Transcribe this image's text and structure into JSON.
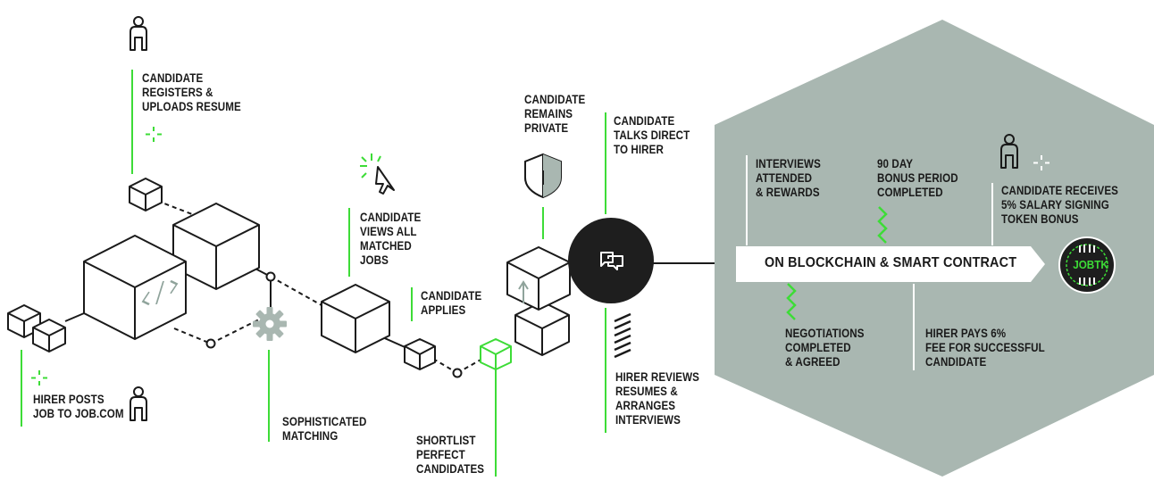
{
  "colors": {
    "accent_green": "#3ddc37",
    "hexagon_gray": "#a9b7b1",
    "ink": "#1a1a1a",
    "bubble_dark": "#1e1e1e"
  },
  "steps": {
    "candidate_registers": "CANDIDATE\nREGISTERS &\nUPLOADS RESUME",
    "hirer_posts": "HIRER POSTS\nJOB TO JOB.COM",
    "sophisticated_matching": "SOPHISTICATED\nMATCHING",
    "candidate_views": "CANDIDATE\nVIEWS ALL\nMATCHED\nJOBS",
    "candidate_applies": "CANDIDATE\nAPPLIES",
    "shortlist": "SHORTLIST\nPERFECT\nCANDIDATES",
    "candidate_private": "CANDIDATE\nREMAINS\nPRIVATE",
    "candidate_talks": "CANDIDATE\nTALKS DIRECT\nTO HIRER",
    "hirer_reviews": "HIRER REVIEWS\nRESUMES &\nARRANGES\nINTERVIEWS"
  },
  "blockchain": {
    "banner": "ON BLOCKCHAIN & SMART CONTRACT",
    "interviews": "INTERVIEWS\nATTENDED\n& REWARDS",
    "bonus_period": "90 DAY\nBONUS PERIOD\nCOMPLETED",
    "signing_bonus": "CANDIDATE RECEIVES\n5% SALARY SIGNING\nTOKEN BONUS",
    "negotiations": "NEGOTIATIONS\nCOMPLETED\n& AGREED",
    "hirer_fee": "HIRER PAYS 6%\nFEE FOR SUCCESSFUL\nCANDIDATE",
    "token_name": "JOBTK"
  },
  "icons": {
    "person": "person-icon",
    "cube": "cube-icon",
    "gear": "gear-icon",
    "cursor": "cursor-icon",
    "shield": "shield-icon",
    "chat": "chat-bubbles-icon",
    "code": "code-icon",
    "sparkle": "sparkle-icon",
    "token": "jobtk-token-icon"
  }
}
